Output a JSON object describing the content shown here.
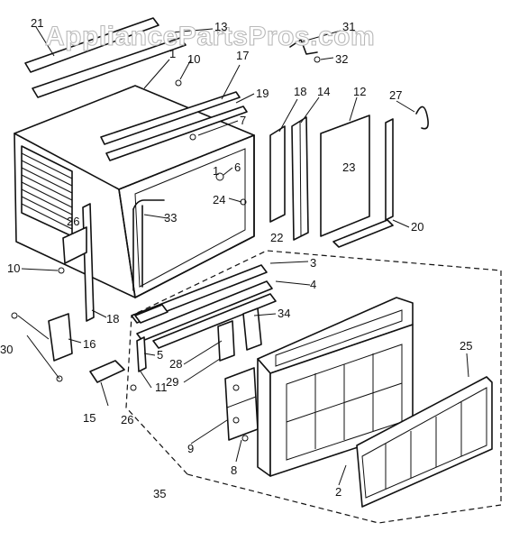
{
  "watermark": "AppliancePartsPros.com",
  "part_labels": [
    "21",
    "13",
    "31",
    "32",
    "1",
    "10",
    "17",
    "19",
    "18",
    "14",
    "12",
    "27",
    "7",
    "6",
    "1",
    "23",
    "24",
    "33",
    "26",
    "22",
    "20",
    "3",
    "4",
    "34",
    "10",
    "18",
    "5",
    "28",
    "25",
    "30",
    "16",
    "29",
    "11",
    "15",
    "26",
    "9",
    "8",
    "2",
    "35"
  ]
}
